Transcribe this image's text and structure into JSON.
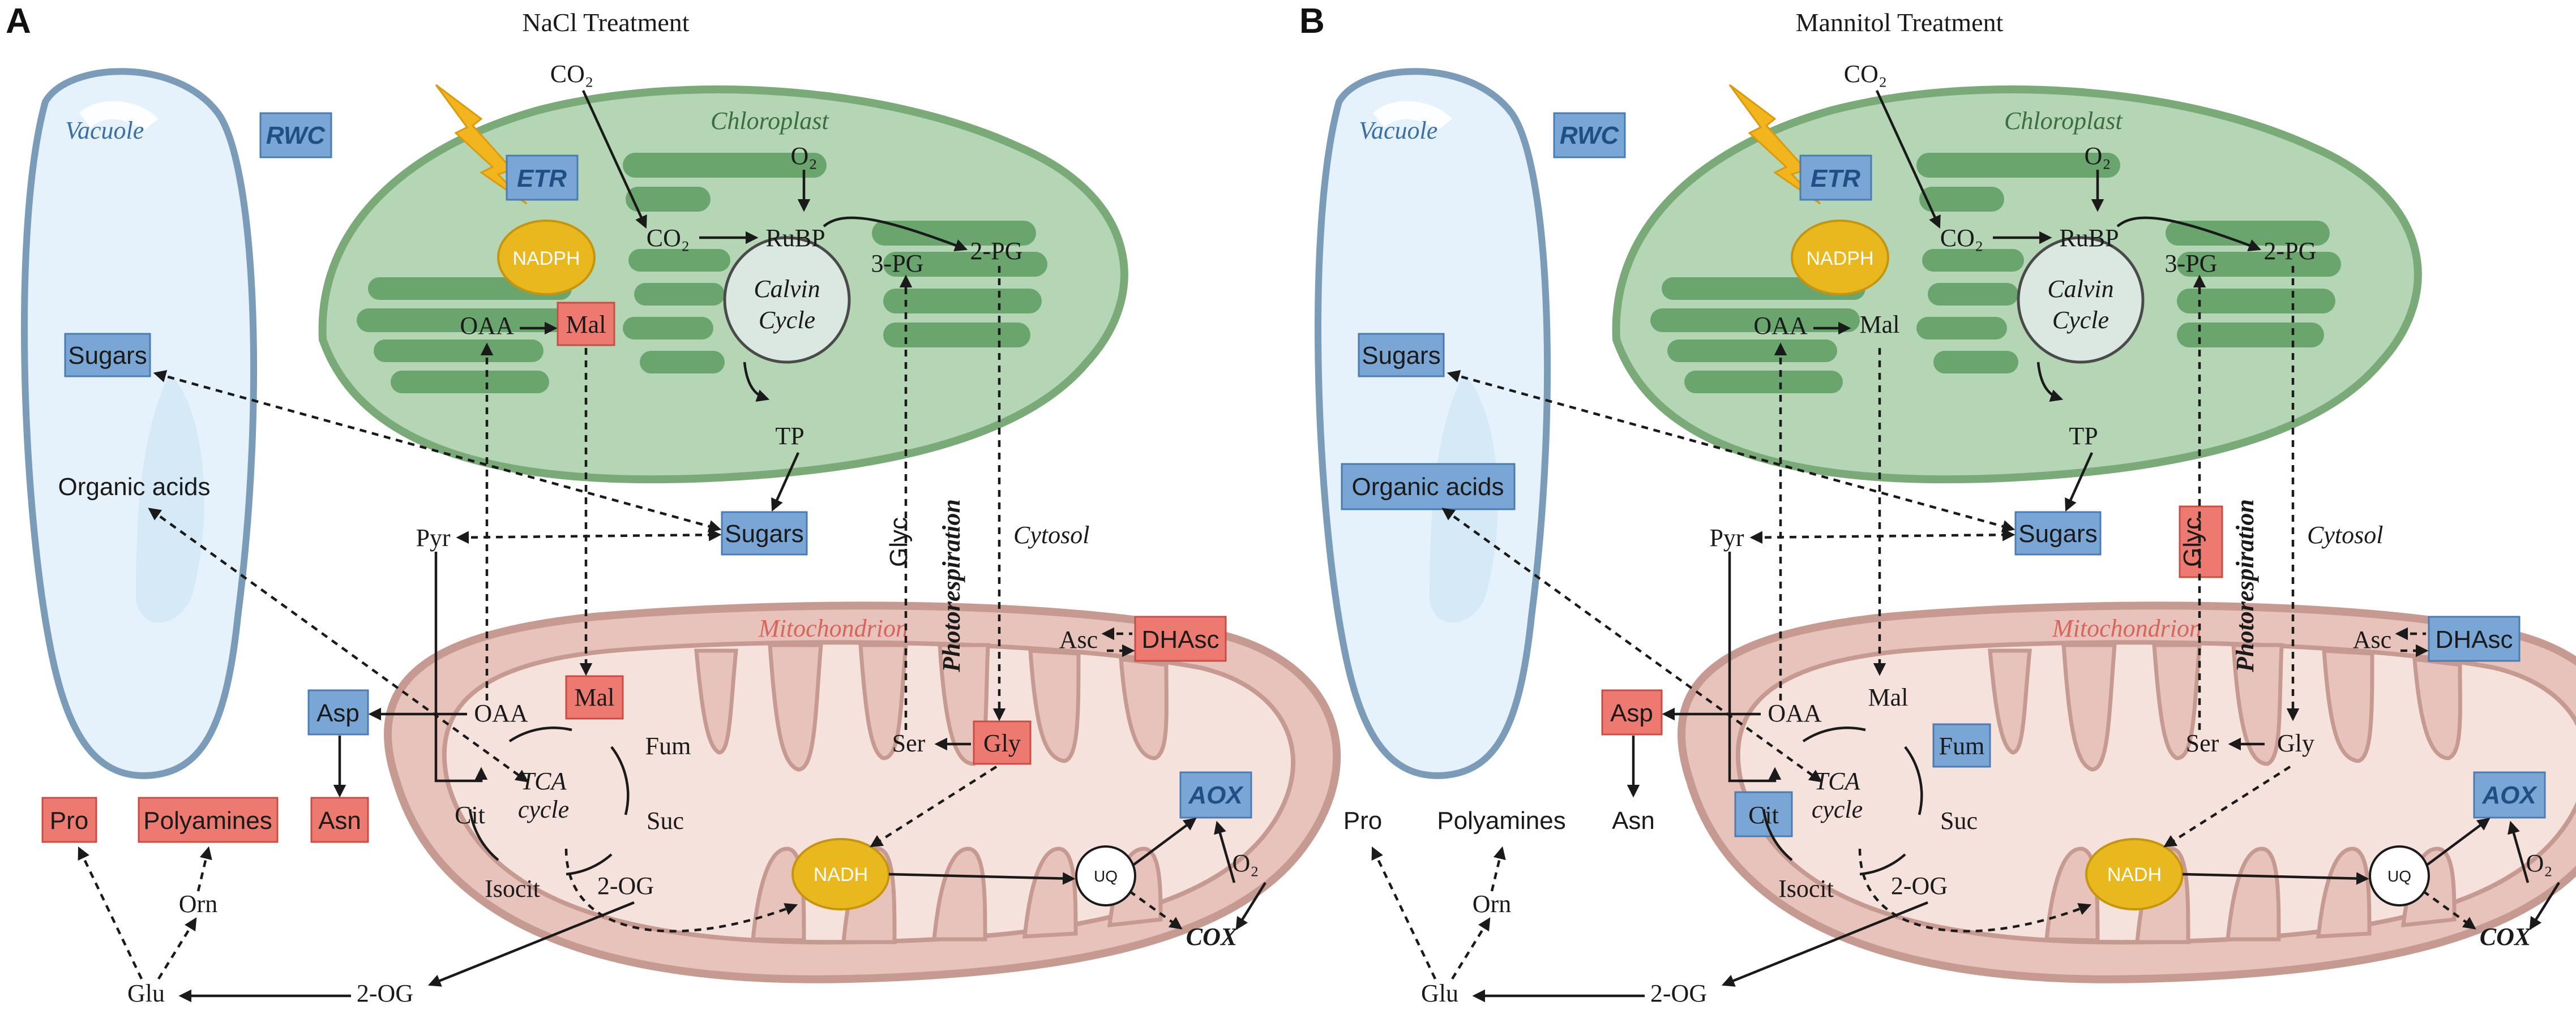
{
  "panels": [
    {
      "letter": "A",
      "title": "NaCl Treatment",
      "compartments": {
        "vacuole": "Vacuole",
        "chloroplast": "Chloroplast",
        "mitochondrion": "Mitochondrion",
        "cytosol": "Cytosol"
      },
      "metabolites": {
        "rwc": "RWC",
        "etr": "ETR",
        "co2_top": "CO₂",
        "co2_in": "CO₂",
        "o2_top": "O₂",
        "rubp": "RuBP",
        "pg2": "2-PG",
        "pg3": "3-PG",
        "calvin1": "Calvin",
        "calvin2": "Cycle",
        "nadph": "NADPH",
        "oaa_chl": "OAA",
        "mal_chl": "Mal",
        "tp": "TP",
        "sugars_vac": "Sugars",
        "organic_acids": "Organic acids",
        "sugars_cyt": "Sugars",
        "pyr": "Pyr",
        "glyc": "Glyc",
        "photoresp": "Photorespiration",
        "asc": "Asc",
        "dhasc": "DHAsc",
        "mal_mito": "Mal",
        "oaa_mito": "OAA",
        "asp": "Asp",
        "asn": "Asn",
        "fum": "Fum",
        "cit": "Cit",
        "tca1": "TCA",
        "tca2": "cycle",
        "suc": "Suc",
        "isocit": "Isocit",
        "og2_mito": "2-OG",
        "ser": "Ser",
        "gly": "Gly",
        "nadh": "NADH",
        "uq": "UQ",
        "aox": "AOX",
        "o2_mito": "O₂",
        "cox": "COX",
        "pro": "Pro",
        "polyamines": "Polyamines",
        "orn": "Orn",
        "glu": "Glu",
        "og2_cyt": "2-OG"
      },
      "highlight": {
        "rwc": "up",
        "etr": "up",
        "mal_chl": "down",
        "sugars_vac": "up",
        "organic_acids": "none",
        "sugars_cyt": "up",
        "glyc": "none",
        "dhasc": "down",
        "mal_mito": "down",
        "asp": "up",
        "asn": "down",
        "fum": "none",
        "cit": "none",
        "gly": "down",
        "aox": "up",
        "pro": "down",
        "polyamines": "down"
      }
    },
    {
      "letter": "B",
      "title": "Mannitol Treatment",
      "compartments": {
        "vacuole": "Vacuole",
        "chloroplast": "Chloroplast",
        "mitochondrion": "Mitochondrion",
        "cytosol": "Cytosol"
      },
      "metabolites": {
        "rwc": "RWC",
        "etr": "ETR",
        "co2_top": "CO₂",
        "co2_in": "CO₂",
        "o2_top": "O₂",
        "rubp": "RuBP",
        "pg2": "2-PG",
        "pg3": "3-PG",
        "calvin1": "Calvin",
        "calvin2": "Cycle",
        "nadph": "NADPH",
        "oaa_chl": "OAA",
        "mal_chl": "Mal",
        "tp": "TP",
        "sugars_vac": "Sugars",
        "organic_acids": "Organic acids",
        "sugars_cyt": "Sugars",
        "pyr": "Pyr",
        "glyc": "Glyc",
        "photoresp": "Photorespiration",
        "asc": "Asc",
        "dhasc": "DHAsc",
        "mal_mito": "Mal",
        "oaa_mito": "OAA",
        "asp": "Asp",
        "asn": "Asn",
        "fum": "Fum",
        "cit": "Cit",
        "tca1": "TCA",
        "tca2": "cycle",
        "suc": "Suc",
        "isocit": "Isocit",
        "og2_mito": "2-OG",
        "ser": "Ser",
        "gly": "Gly",
        "nadh": "NADH",
        "uq": "UQ",
        "aox": "AOX",
        "o2_mito": "O₂",
        "cox": "COX",
        "pro": "Pro",
        "polyamines": "Polyamines",
        "orn": "Orn",
        "glu": "Glu",
        "og2_cyt": "2-OG"
      },
      "highlight": {
        "rwc": "up",
        "etr": "up",
        "mal_chl": "none",
        "sugars_vac": "up",
        "organic_acids": "up",
        "sugars_cyt": "up",
        "glyc": "down",
        "dhasc": "up",
        "mal_mito": "none",
        "asp": "down",
        "asn": "none",
        "fum": "up",
        "cit": "up",
        "gly": "none",
        "aox": "up",
        "pro": "none",
        "polyamines": "none"
      }
    }
  ],
  "colors": {
    "increase_box": "#7aa6d6",
    "decrease_box": "#ec7a70",
    "chloroplast": "#b5d6b4",
    "thylakoid": "#6aa56e",
    "mitochondrion": "#e8c3bb",
    "vacuole": "#e8f3fb",
    "nadph": "#e9b81f",
    "lightning": "#f2b51e"
  }
}
